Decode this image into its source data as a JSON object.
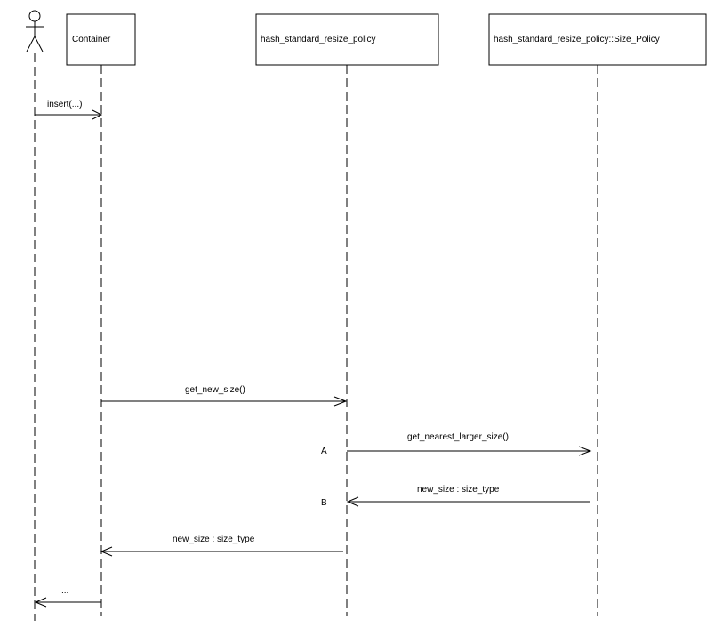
{
  "actor": {
    "icon": "stick-figure-actor-icon"
  },
  "participants": [
    {
      "id": "container",
      "label": "Container"
    },
    {
      "id": "policy",
      "label": "hash_standard_resize_policy"
    },
    {
      "id": "size_policy",
      "label": "hash_standard_resize_policy::Size_Policy"
    }
  ],
  "messages": [
    {
      "id": "insert",
      "label": "insert(...)",
      "from": "actor",
      "to": "container",
      "kind": "call"
    },
    {
      "id": "get_new_size",
      "label": "get_new_size()",
      "from": "container",
      "to": "policy",
      "kind": "call"
    },
    {
      "id": "get_nearest_larger_size",
      "label": "get_nearest_larger_size()",
      "from": "policy",
      "to": "size_policy",
      "kind": "call"
    },
    {
      "id": "return_size_policy",
      "label": "new_size : size_type",
      "from": "size_policy",
      "to": "policy",
      "kind": "return"
    },
    {
      "id": "return_policy",
      "label": "new_size : size_type",
      "from": "policy",
      "to": "container",
      "kind": "return"
    },
    {
      "id": "return_container",
      "label": "...",
      "from": "container",
      "to": "actor",
      "kind": "return"
    }
  ],
  "markers": {
    "a": "A",
    "b": "B"
  },
  "colors": {
    "line": "#000000",
    "background": "#ffffff"
  }
}
